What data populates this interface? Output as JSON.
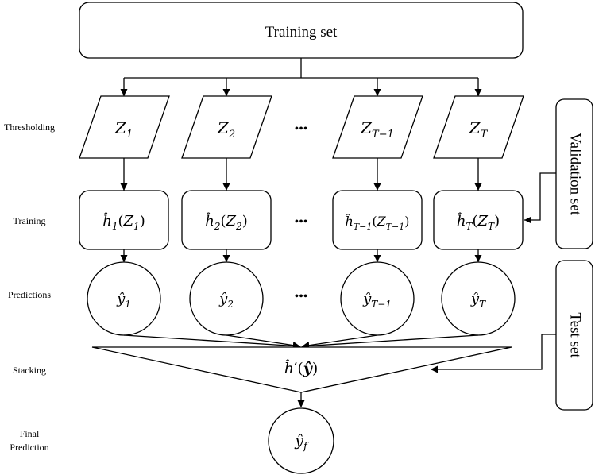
{
  "training_set_label": "Training set",
  "validation_set_label": "Validation set",
  "test_set_label": "Test set",
  "row_labels": {
    "thresholding": "Thresholding",
    "training": "Training",
    "predictions": "Predictions",
    "stacking": "Stacking",
    "final_line1": "Final",
    "final_line2": "Prediction"
  },
  "ellipsis": "•••",
  "columns": [
    {
      "z": {
        "base": "Z",
        "sub": "1"
      },
      "model": {
        "hat": "ĥ",
        "hsub": "1",
        "arg": "Z",
        "argsub": "1"
      },
      "pred": {
        "base": "ŷ",
        "sub": "1"
      }
    },
    {
      "z": {
        "base": "Z",
        "sub": "2"
      },
      "model": {
        "hat": "ĥ",
        "hsub": "2",
        "arg": "Z",
        "argsub": "2"
      },
      "pred": {
        "base": "ŷ",
        "sub": "2"
      }
    },
    {
      "z": {
        "base": "Z",
        "sub": "T−1"
      },
      "model": {
        "hat": "ĥ",
        "hsub": "T−1",
        "arg": "Z",
        "argsub": "T−1"
      },
      "pred": {
        "base": "ŷ",
        "sub": "T−1"
      }
    },
    {
      "z": {
        "base": "Z",
        "sub": "T"
      },
      "model": {
        "hat": "ĥ",
        "hsub": "T",
        "arg": "Z",
        "argsub": "T"
      },
      "pred": {
        "base": "ŷ",
        "sub": "T"
      }
    }
  ],
  "stacker": {
    "hat": "ĥ",
    "prime": "′",
    "arg": "ŷ"
  },
  "final": {
    "base": "ŷ",
    "sub": "f"
  }
}
